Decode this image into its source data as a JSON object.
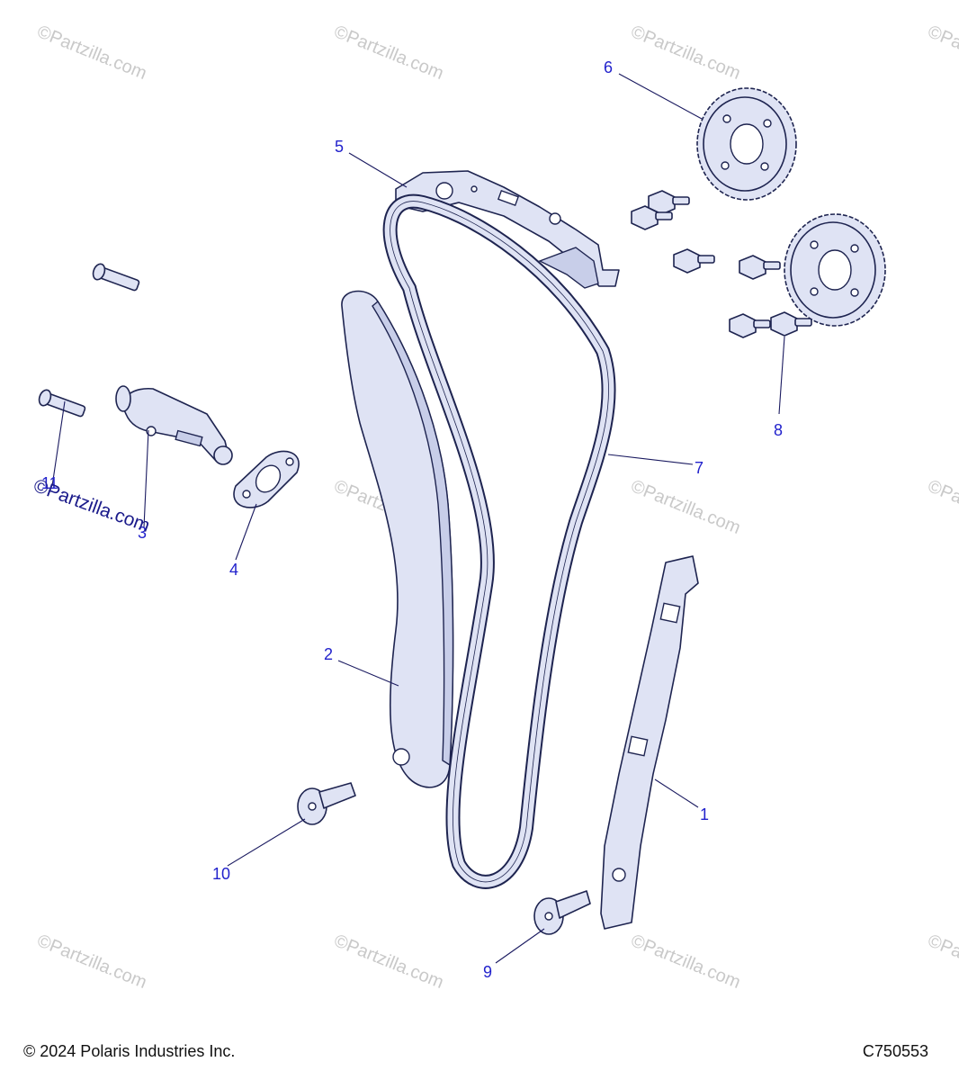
{
  "watermark": {
    "text": "©Partzilla.com"
  },
  "callouts": [
    {
      "id": "1",
      "label": "1"
    },
    {
      "id": "2",
      "label": "2"
    },
    {
      "id": "3",
      "label": "3"
    },
    {
      "id": "4",
      "label": "4"
    },
    {
      "id": "5",
      "label": "5"
    },
    {
      "id": "6",
      "label": "6"
    },
    {
      "id": "7",
      "label": "7"
    },
    {
      "id": "8",
      "label": "8"
    },
    {
      "id": "9",
      "label": "9"
    },
    {
      "id": "10",
      "label": "10"
    },
    {
      "id": "11",
      "label": "11"
    }
  ],
  "footer": {
    "copyright": "© 2024 Polaris Industries Inc.",
    "diagram_code": "C750553"
  },
  "colors": {
    "part_fill": "#dfe3f4",
    "part_stroke": "#1e2450",
    "callout_text": "#2222cc",
    "watermark": "#c9c9c9"
  }
}
